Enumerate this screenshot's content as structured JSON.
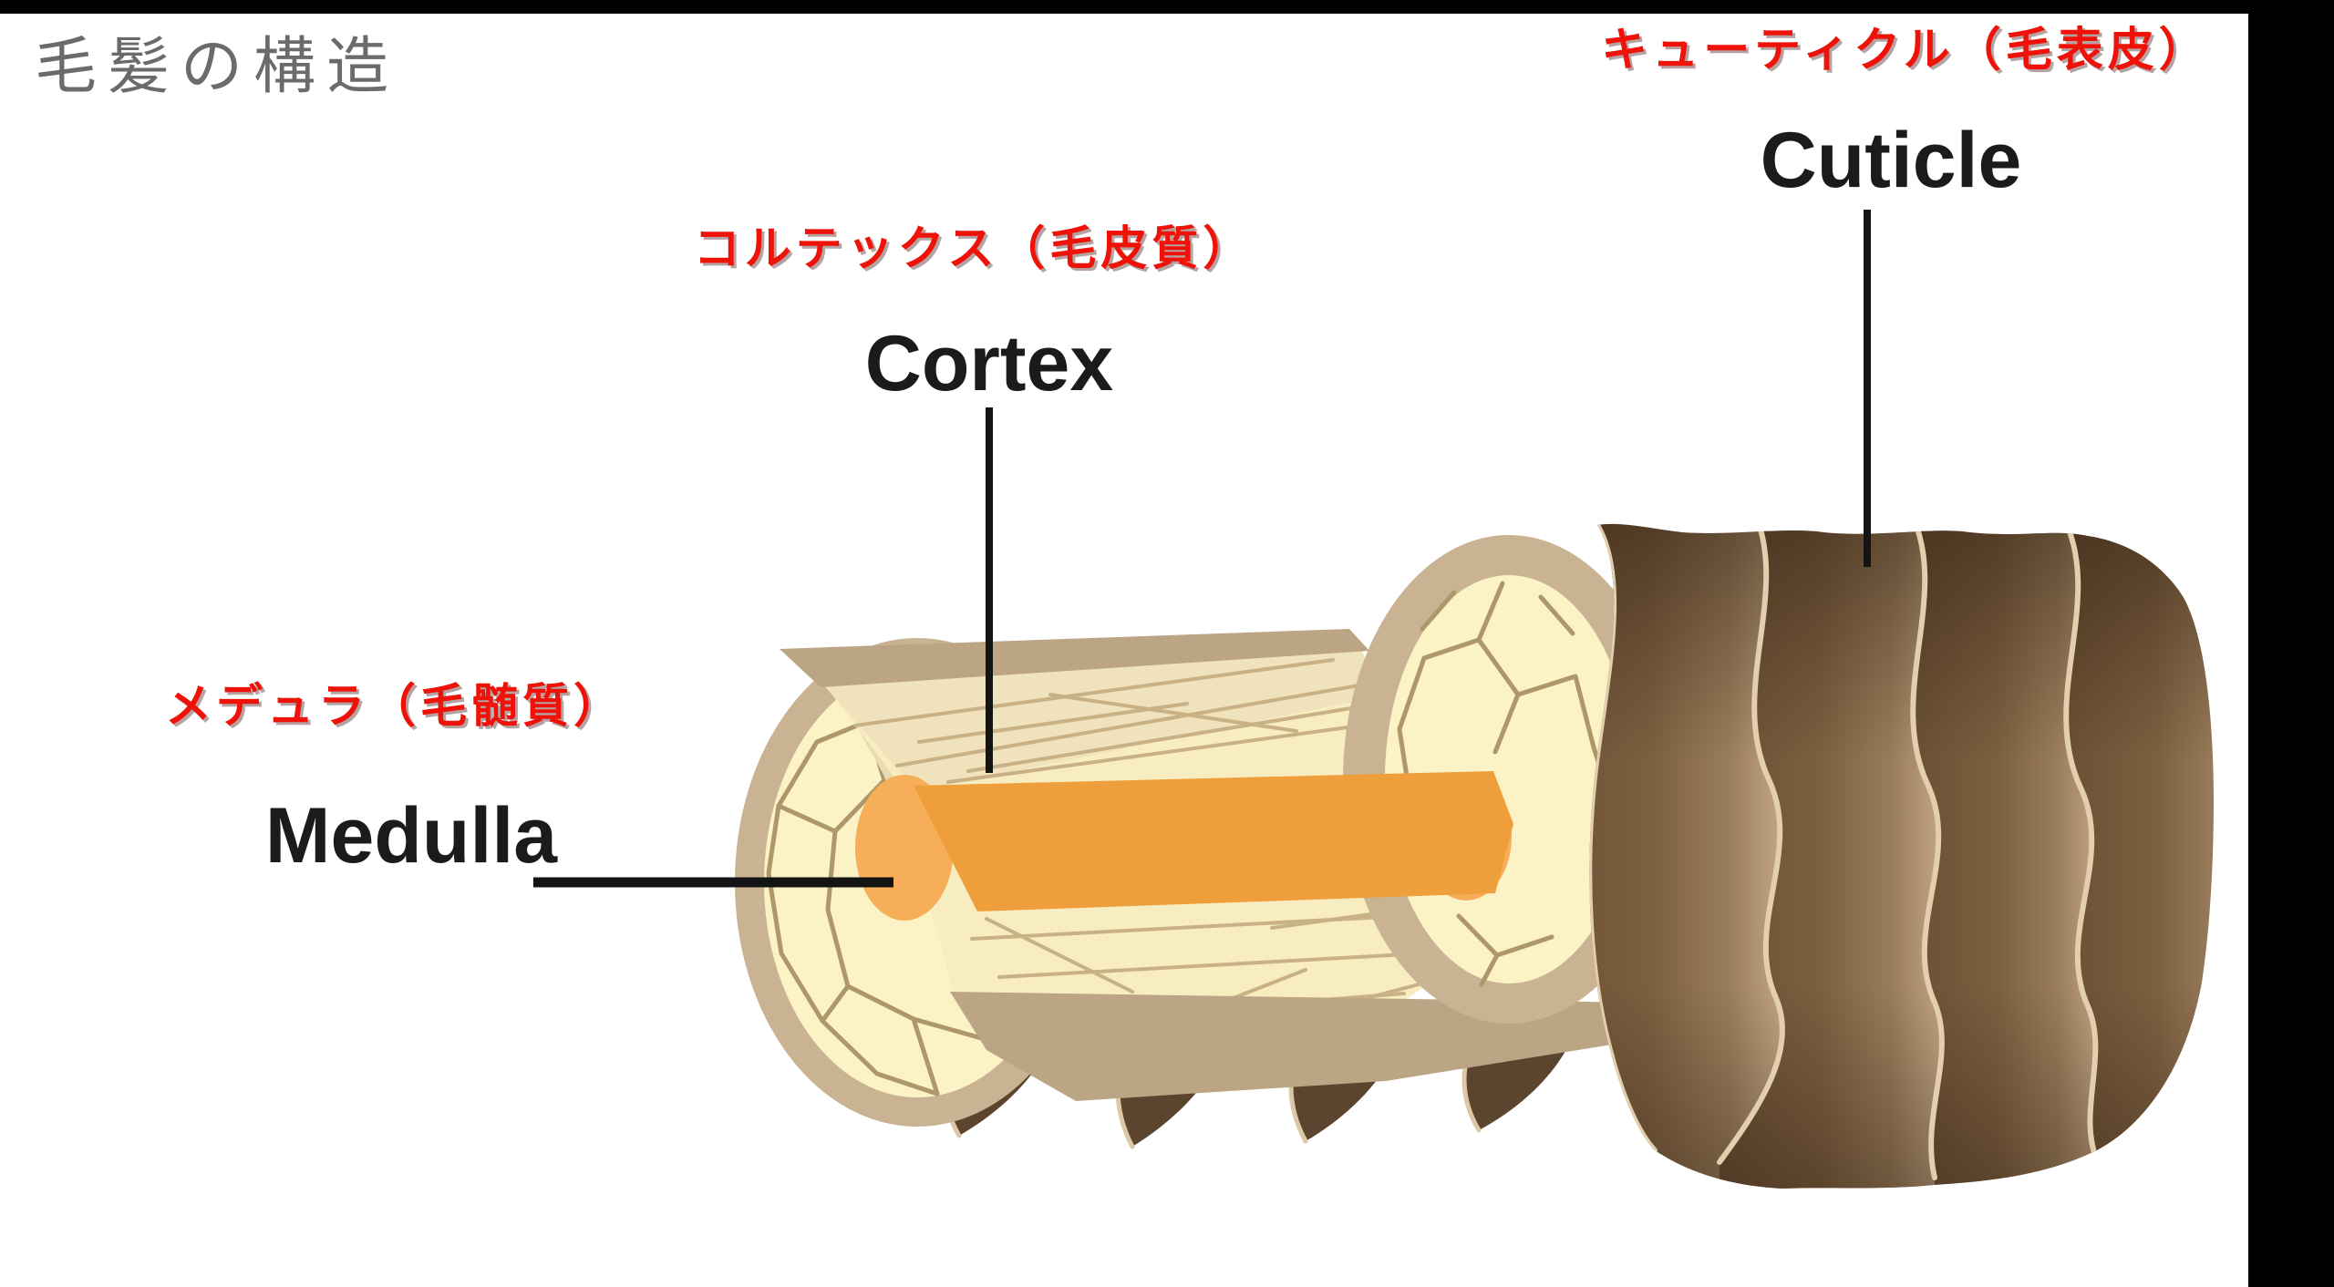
{
  "header": {
    "title": "毛髪の構造"
  },
  "labels": {
    "cuticle": {
      "jp": "キューティクル（毛表皮）",
      "en": "Cuticle"
    },
    "cortex": {
      "jp": "コルテックス（毛皮質）",
      "en": "Cortex"
    },
    "medulla": {
      "jp": "メデュラ（毛髄質）",
      "en": "Medulla"
    }
  },
  "palette": {
    "accent_red": "#EE1208",
    "title_gray": "#6B6B6B",
    "label_black": "#1B1B1B",
    "frame_black": "#000000",
    "cortex_cream": "#FBF2C6",
    "floor_cream": "#F8EDC1",
    "slope_beige": "#EFE2BD",
    "cell_line_tan": "#AE976B",
    "ring_tan": "#C9B393",
    "shelf_band_tan": "#BCA584",
    "medulla_orange": "#EF9E3C",
    "medulla_cap_orange": "#F6AE59",
    "cuticle_dark_brown": "#6B5034",
    "cuticle_light_brown": "#C3A685",
    "cuticle_scale_edge": "#E3CEAE",
    "scale_flap_brown": "#5C452F"
  }
}
